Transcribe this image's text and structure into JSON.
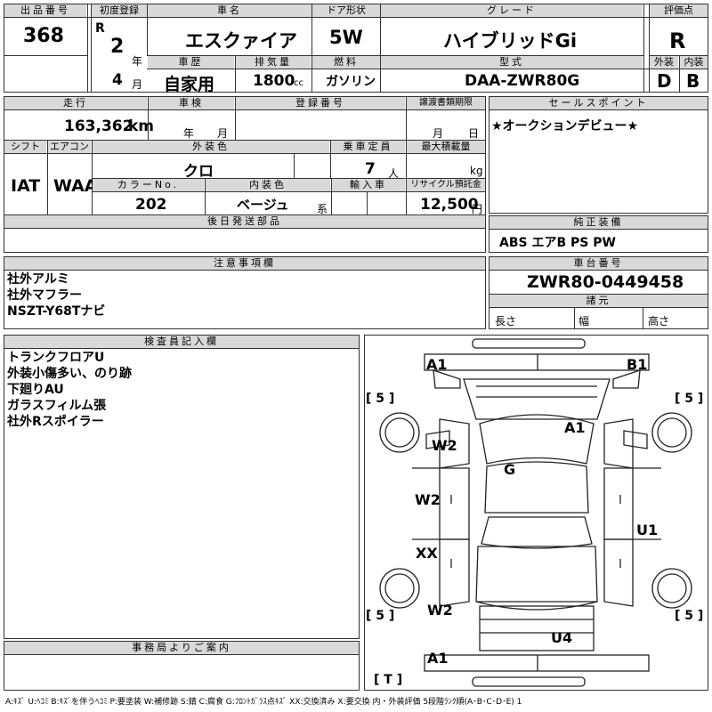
{
  "lot": {
    "label": "出品番号",
    "value": "368"
  },
  "first_reg": {
    "label": "初度登録",
    "era": "R",
    "year": "2",
    "year_unit": "年",
    "month": "4",
    "month_unit": "月"
  },
  "car_name": {
    "label": "車名",
    "value": "エスクァイア"
  },
  "door": {
    "label": "ドア形状",
    "value": "5W"
  },
  "grade": {
    "label": "グレード",
    "value": "ハイブリッドGi"
  },
  "score": {
    "label": "評価点",
    "value": "R"
  },
  "history": {
    "label": "車歴",
    "value": "自家用"
  },
  "displacement": {
    "label": "排気量",
    "value": "1800",
    "unit": "cc"
  },
  "fuel": {
    "label": "燃料",
    "value": "ガソリン"
  },
  "model": {
    "label": "型式",
    "value": "DAA-ZWR80G"
  },
  "exterior_score": {
    "label": "外装",
    "value": "D"
  },
  "interior_score": {
    "label": "内装",
    "value": "B"
  },
  "mileage": {
    "label": "走行",
    "value": "163,362",
    "unit": "km"
  },
  "inspection": {
    "label": "車検",
    "year_unit": "年",
    "month_unit": "月"
  },
  "reg_no": {
    "label": "登録番号"
  },
  "transfer": {
    "label": "譲渡書類期限",
    "month_unit": "月",
    "day_unit": "日"
  },
  "sales_point": {
    "label": "セールスポイント",
    "value": "★オークションデビュー★"
  },
  "shift": {
    "label": "シフト",
    "value": "IAT"
  },
  "aircon": {
    "label": "エアコン",
    "value": "WAA"
  },
  "ext_color": {
    "label": "外装色",
    "value": "クロ"
  },
  "capacity": {
    "label": "乗車定員",
    "value": "7",
    "unit": "人"
  },
  "max_load": {
    "label": "最大積載量",
    "unit": "kg"
  },
  "color_no": {
    "label": "カラーNo.",
    "value": "202"
  },
  "int_color": {
    "label": "内装色",
    "value": "ベージュ",
    "unit": "系"
  },
  "import": {
    "label": "輸入車"
  },
  "recycle": {
    "label": "リサイクル預託金",
    "value": "12,500",
    "unit": "円"
  },
  "later_parts": {
    "label": "後日発送部品"
  },
  "equipment": {
    "label": "純正装備",
    "value": "ABS エアB PS PW"
  },
  "caution": {
    "label": "注意事項欄",
    "lines": [
      "社外アルミ",
      "社外マフラー",
      "NSZT-Y68Tナビ"
    ]
  },
  "chassis": {
    "label": "車台番号",
    "value": "ZWR80-0449458"
  },
  "specs": {
    "label": "諸元",
    "length": "長さ",
    "width": "幅",
    "height": "高さ"
  },
  "inspector": {
    "label": "検査員記入欄",
    "lines": [
      "トランクフロアU",
      "外装小傷多い、のり跡",
      "下廻りAU",
      "ガラスフィルム張",
      "社外Rスポイラー"
    ]
  },
  "office": {
    "label": "事務局よりご案内"
  },
  "map": {
    "labels": [
      "A1",
      "B1",
      "W2",
      "A1",
      "G",
      "W2",
      "U1",
      "XX",
      "W2",
      "U4",
      "A1"
    ],
    "tires": [
      "[ 5 ]",
      "[ 5 ]",
      "[ 5 ]",
      "[ 5 ]",
      "[ T ]"
    ]
  },
  "legend": "A:ｷｽﾞ U:ﾍｺﾐ B:ｷｽﾞを伴うﾍｺﾐ P:要塗装 W:補修跡 S:錆 C:腐食 G:ﾌﾛﾝﾄｶﾞﾗｽ点ｷｽﾞ XX:交換済み X:要交換 内・外装評価 5段階ﾗﾝｸ順(A･B･C･D･E) 1"
}
